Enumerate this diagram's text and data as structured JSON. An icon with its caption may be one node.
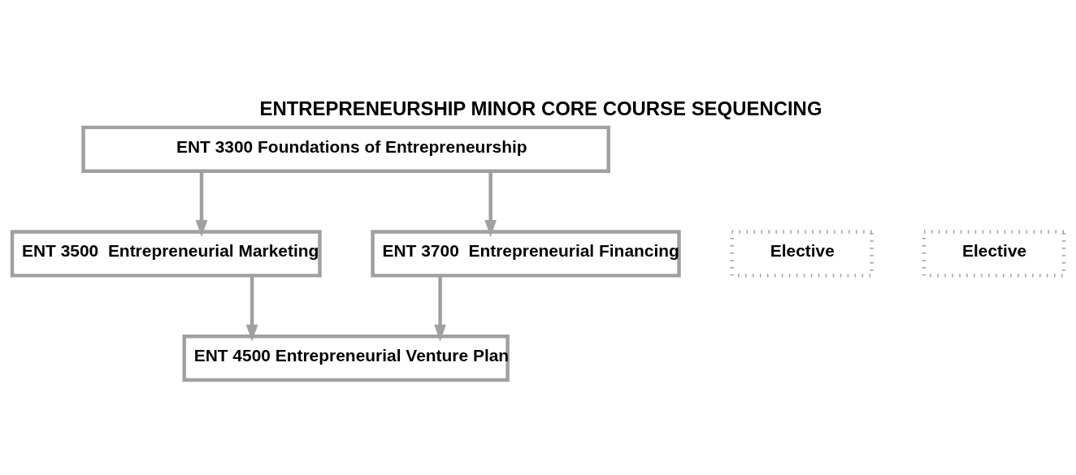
{
  "diagram": {
    "title": "ENTREPRENEURSHIP MINOR CORE COURSE SEQUENCING",
    "nodes": [
      {
        "text": [
          "ENT 3300 Foundations of Entrepreneurship"
        ]
      },
      {
        "text": [
          "ENT 3500  Entrepreneurial Marketing"
        ]
      },
      {
        "text": [
          "ENT 3700  Entrepreneurial Financing"
        ]
      },
      {
        "text": [
          "Elective"
        ]
      },
      {
        "text": [
          "Elective"
        ]
      },
      {
        "text": [
          "ENT 4500 Entrepreneurial Venture Plan"
        ]
      }
    ],
    "edges": [
      {
        "from": 0,
        "to": 1,
        "arrow": "to"
      },
      {
        "from": 0,
        "to": 2,
        "arrow": "to"
      },
      {
        "from": 1,
        "to": 5,
        "arrow": "to"
      },
      {
        "from": 2,
        "to": 5,
        "arrow": "to"
      }
    ]
  }
}
